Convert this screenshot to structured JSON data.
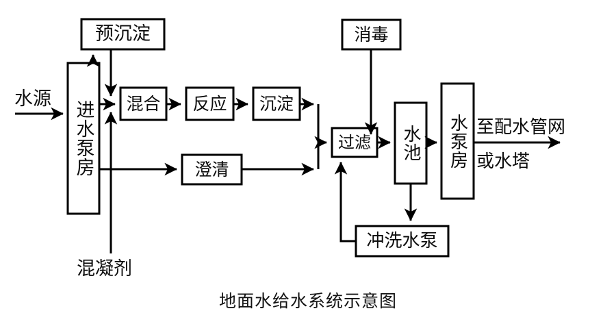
{
  "diagram": {
    "title": "地面水给水系统示意图",
    "caption": "地面水给水系统示意图",
    "stroke_color": "#000000",
    "text_color": "#0d0d0d",
    "background_color": "#ffffff",
    "nodes": [
      {
        "id": "pre-sed",
        "label": "预沉淀",
        "orientation": "horizontal"
      },
      {
        "id": "intake-pump",
        "label": "进水泵房",
        "orientation": "vertical"
      },
      {
        "id": "mixing",
        "label": "混合",
        "orientation": "horizontal"
      },
      {
        "id": "reaction",
        "label": "反应",
        "orientation": "horizontal"
      },
      {
        "id": "sedimentation",
        "label": "沉淀",
        "orientation": "horizontal"
      },
      {
        "id": "clarification",
        "label": "澄清",
        "orientation": "horizontal"
      },
      {
        "id": "disinfection",
        "label": "消毒",
        "orientation": "horizontal"
      },
      {
        "id": "filtration",
        "label": "过滤",
        "orientation": "horizontal"
      },
      {
        "id": "reservoir",
        "label": "水池",
        "orientation": "vertical"
      },
      {
        "id": "supply-pump",
        "label": "水泵房",
        "orientation": "vertical"
      },
      {
        "id": "backwash-pump",
        "label": "冲洗水泵",
        "orientation": "horizontal"
      }
    ],
    "free_labels": [
      {
        "id": "water-source",
        "text": "水源"
      },
      {
        "id": "coagulant",
        "text": "混凝剂"
      },
      {
        "id": "to-network",
        "text": "至配水管网"
      },
      {
        "id": "or-water-tower",
        "text": "或水塔"
      }
    ],
    "flows": [
      {
        "from": "water-source",
        "to": "intake-pump"
      },
      {
        "from": "intake-pump",
        "to": "pre-sed"
      },
      {
        "from": "pre-sed",
        "to": "mixing"
      },
      {
        "from": "intake-pump",
        "to": "mixing"
      },
      {
        "from": "coagulant",
        "to": "mixing"
      },
      {
        "from": "mixing",
        "to": "reaction"
      },
      {
        "from": "reaction",
        "to": "sedimentation"
      },
      {
        "from": "sedimentation",
        "to": "filtration"
      },
      {
        "from": "intake-pump",
        "to": "clarification"
      },
      {
        "from": "clarification",
        "to": "filtration"
      },
      {
        "from": "disinfection",
        "to": "filtration-outlet"
      },
      {
        "from": "filtration",
        "to": "reservoir"
      },
      {
        "from": "reservoir",
        "to": "supply-pump"
      },
      {
        "from": "reservoir",
        "to": "backwash-pump"
      },
      {
        "from": "backwash-pump",
        "to": "filtration"
      },
      {
        "from": "supply-pump",
        "to": "to-network"
      }
    ]
  }
}
